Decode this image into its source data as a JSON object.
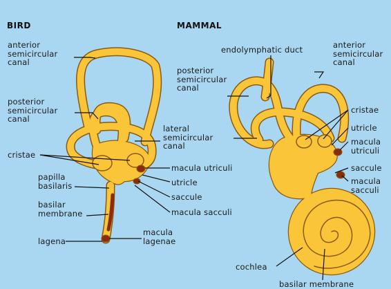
{
  "colors": {
    "background": "#a9d7f1",
    "structure_fill": "#fbc53a",
    "structure_stroke": "#8a5a10",
    "sensory_patch": "#8b2d0c",
    "leader_line": "#111111"
  },
  "bird": {
    "heading": "BIRD",
    "labels": {
      "anterior_canal": "anterior\nsemicircular\ncanal",
      "posterior_canal": "posterior\nsemicircular\ncanal",
      "lateral_canal": "lateral\nsemicircular\ncanal",
      "cristae": "cristae",
      "papilla_basilaris": "papilla\nbasilaris",
      "basilar_membrane": "basilar\nmembrane",
      "lagena": "lagena",
      "macula_utriculi": "macula utriculi",
      "utricle": "utricle",
      "saccule": "saccule",
      "macula_sacculi": "macula sacculi",
      "macula_lagenae": "macula\nlagenae"
    }
  },
  "mammal": {
    "heading": "MAMMAL",
    "labels": {
      "endolymphatic_duct": "endolymphatic duct",
      "anterior_canal": "anterior\nsemicircular\ncanal",
      "posterior_canal": "posterior\nsemicircular\ncanal",
      "cristae": "cristae",
      "utricle": "utricle",
      "macula_utriculi": "macula\nutriculi",
      "saccule": "saccule",
      "macula_sacculi": "macula\nsacculi",
      "cochlea": "cochlea",
      "basilar_membrane": "basilar membrane"
    }
  }
}
